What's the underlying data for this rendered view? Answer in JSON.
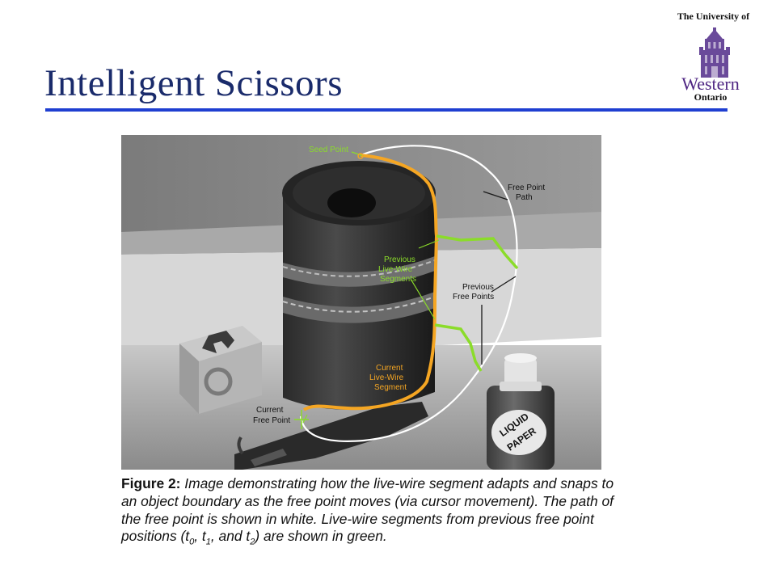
{
  "slide": {
    "title": "Intelligent Scissors"
  },
  "logo": {
    "line1": "The University of",
    "name": "Western",
    "line3": "Ontario",
    "color": "#4f2683"
  },
  "figure": {
    "labels": {
      "seed_point": "Seed Point",
      "free_point_path": [
        "Free Point",
        "Path"
      ],
      "previous_live_wire": [
        "Previous",
        "Live-Wire",
        "Segments"
      ],
      "previous_free_points": [
        "Previous",
        "Free Points"
      ],
      "current_live_wire": [
        "Current",
        "Live-Wire",
        "Segment"
      ],
      "current_free_point": [
        "Current",
        "Free Point"
      ]
    },
    "bottle_label": [
      "LIQUID",
      "PAPER"
    ],
    "colors": {
      "current_segment": "#f5a623",
      "previous_segments": "#8bdc2a",
      "free_path": "#ffffff"
    }
  },
  "caption": {
    "label": "Figure 2:",
    "text_part1": "Image demonstrating how the live-wire segment adapts and snaps to an object boundary as the free point moves (via cursor movement). The path of the free point is shown in white. Live-wire segments from previous free point positions (",
    "t": "t",
    "sub0": "0",
    "sub1": "1",
    "sub2": "2",
    "sep1": ", ",
    "sep2": ", and ",
    "text_part2": ") are shown in green."
  }
}
